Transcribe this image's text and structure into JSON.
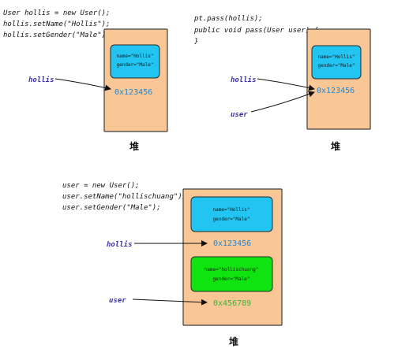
{
  "colors": {
    "heap_fill": "#f8c795",
    "object_blue": "#22c4f2",
    "object_green": "#10e410",
    "address_blue": "#1e88d8",
    "address_green": "#3cb43c",
    "variable_purple": "#3a2fb0"
  },
  "panel1": {
    "code": [
      "User hollis = new User();",
      "hollis.setName(\"Hollis\");",
      "hollis.setGender(\"Male\");"
    ],
    "object_fields": [
      "name=\"Hollis\"",
      "gender=\"Male\""
    ],
    "address": "0x123456",
    "variable": "hollis",
    "heap_label": "堆"
  },
  "panel2": {
    "code": [
      "pt.pass(hollis);",
      "public void pass(User user) {",
      "}"
    ],
    "object_fields": [
      "name=\"Hollis\"",
      "gender=\"Male\""
    ],
    "address": "0x123456",
    "variables": [
      "hollis",
      "user"
    ],
    "heap_label": "堆"
  },
  "panel3": {
    "code": [
      "user = new User();",
      "user.setName(\"hollischuang\");",
      "user.setGender(\"Male\");"
    ],
    "object1_fields": [
      "name=\"Hollis\"",
      "gender=\"Male\""
    ],
    "address1": "0x123456",
    "object2_fields": [
      "name=\"hollischuang\"",
      "gender=\"Male\""
    ],
    "address2": "0x456789",
    "variables": [
      "hollis",
      "user"
    ],
    "heap_label": "堆"
  }
}
